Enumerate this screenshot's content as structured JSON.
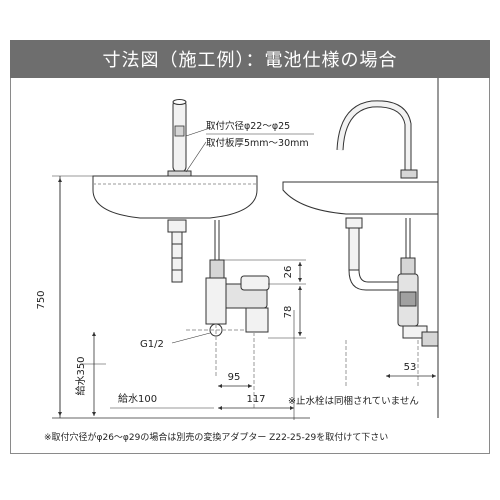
{
  "title": "寸法図（施工例）：電池仕様の場合",
  "labels": {
    "hole_dia": "取付穴径φ22～φ25",
    "plate_thickness": "取付板厚5mm～30mm",
    "d26": "26",
    "d78": "78",
    "d750": "750",
    "water_350": "給水350",
    "g12": "G1/2",
    "d95": "95",
    "water_100": "給水100",
    "d117": "117",
    "d53": "53",
    "stop_valve_note": "※止水栓は同梱されていません",
    "footer_note": "※取付穴径がφ26～φ29の場合は別売の変換アダプター Z22-25-29を取付けて下さい"
  },
  "colors": {
    "title_bg": "#6e6e6e",
    "line": "#333333",
    "dash": "#888888",
    "fill_light": "#f2f2f2",
    "fill_mid": "#d6d6d6",
    "fill_dark": "#a0a0a0"
  }
}
